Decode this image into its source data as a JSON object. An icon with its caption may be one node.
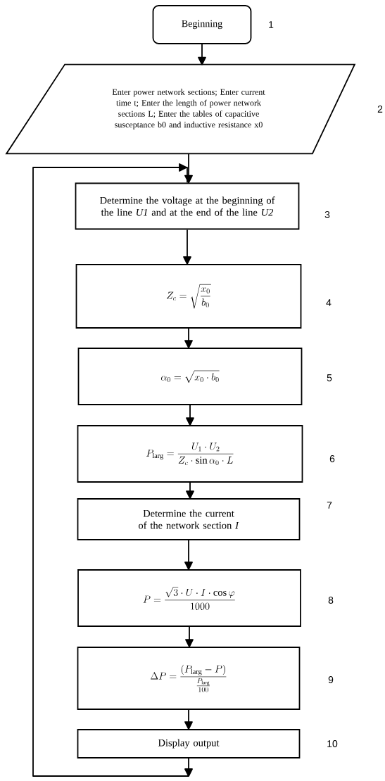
{
  "diagram": {
    "nodes": [
      {
        "text": [
          "Beginning"
        ],
        "beside": [
          "1"
        ]
      },
      {
        "text": [
          "Enter power network sections; Enter current time t; Enter the length of power network sections L; Enter the tables of capacitive susceptance b0 and inductive resistance x0"
        ],
        "beside": [
          "2"
        ]
      },
      {
        "text": [
          "Determine the voltage at the beginning of the line *U1* and at the end of the line *U2*"
        ],
        "beside": [
          "3"
        ]
      },
      {
        "text": [
          "Z_c = \\sqrt{\\frac{x_0}{b_0}}"
        ],
        "beside": [
          "4"
        ]
      },
      {
        "text": [
          "\\alpha_0 = \\sqrt{x_0 \\cdot b_0}"
        ],
        "beside": [
          "5"
        ]
      },
      {
        "text": [
          "P_{\\mathrm{larg}} = \\frac{U_1 \\cdot U_2}{Z_c \\cdot \\sin \\alpha_0 \\cdot L}"
        ],
        "beside": [
          "6"
        ]
      },
      {
        "text": [
          "Determine the current of the network section *I*"
        ],
        "beside": [
          "7"
        ]
      },
      {
        "text": [
          "P = \\frac{\\sqrt{3} \\cdot U \\cdot I \\cdot \\cos \\varphi}{1000}"
        ],
        "beside": [
          "8"
        ]
      },
      {
        "text": [
          "\\Delta P = \\frac{(P_{\\mathrm{larg}} - P)}{\\frac{P_{\\mathrm{larg}}}{100}}"
        ],
        "beside": [
          "9"
        ]
      },
      {
        "text": [
          "Display output"
        ],
        "beside": [
          "10"
        ]
      }
    ],
    "edges": [
      {
        "from": 0,
        "to": 1,
        "arrow": "to"
      },
      {
        "from": 1,
        "to": 2,
        "arrow": "to"
      },
      {
        "from": 2,
        "to": 3,
        "arrow": "to"
      },
      {
        "from": 3,
        "to": 4,
        "arrow": "to"
      },
      {
        "from": 4,
        "to": 5,
        "arrow": "to"
      },
      {
        "from": 5,
        "to": 6,
        "arrow": "to"
      },
      {
        "from": 6,
        "to": 7,
        "arrow": "to"
      },
      {
        "from": 7,
        "to": 8,
        "arrow": "to"
      },
      {
        "from": 8,
        "to": 9,
        "arrow": "to"
      },
      {
        "from": 9,
        "to": 2,
        "arrow": "to"
      }
    ]
  }
}
